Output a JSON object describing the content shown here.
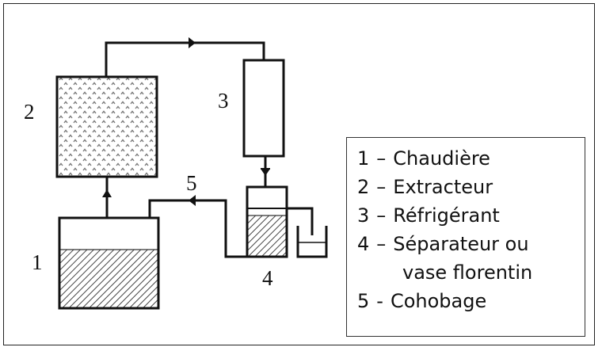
{
  "diagram": {
    "title": "Schéma d'extraction par entraînement à la vapeur avec cohobage",
    "colors": {
      "line": "#111111",
      "background": "#ffffff",
      "hatch": "#444444",
      "dots": "#666666"
    },
    "components": [
      {
        "id": "1",
        "label": "1",
        "name": "Chaudière",
        "fill": "hatched-liquid"
      },
      {
        "id": "2",
        "label": "2",
        "name": "Extracteur",
        "fill": "dotted-plant-material"
      },
      {
        "id": "3",
        "label": "3",
        "name": "Réfrigérant",
        "fill": "empty"
      },
      {
        "id": "4",
        "label": "4",
        "name": "Séparateur ou vase florentin",
        "fill": "hatched-liquid"
      },
      {
        "id": "5",
        "label": "5",
        "name": "Cohobage",
        "fill": "none"
      }
    ],
    "flows": [
      {
        "from": "1",
        "to": "2",
        "direction": "up"
      },
      {
        "from": "2",
        "to": "3",
        "direction": "right"
      },
      {
        "from": "3",
        "to": "4",
        "direction": "down"
      },
      {
        "from": "4",
        "to": "1",
        "direction": "left",
        "label": "5"
      },
      {
        "from": "4",
        "to": "beaker",
        "direction": "overflow"
      }
    ]
  },
  "legend": {
    "items": [
      {
        "num": "1",
        "sep": "–",
        "text": "Chaudière"
      },
      {
        "num": "2",
        "sep": "–",
        "text": "Extracteur"
      },
      {
        "num": "3",
        "sep": "–",
        "text": "Réfrigérant"
      },
      {
        "num": "4",
        "sep": "–",
        "text": "Séparateur ou"
      },
      {
        "num": "",
        "sep": "",
        "text": "vase florentin"
      },
      {
        "num": "5",
        "sep": "-",
        "text": "Cohobage"
      }
    ]
  }
}
